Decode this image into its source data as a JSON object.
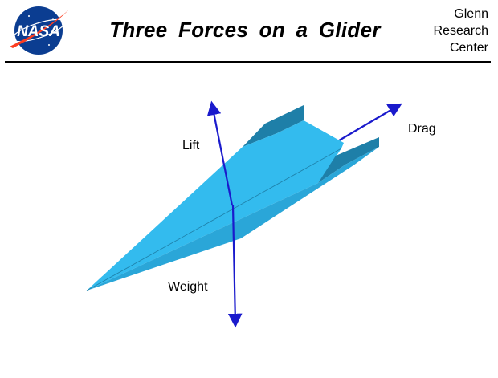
{
  "header": {
    "logo_text": "NASA",
    "title": "Three Forces on a Glider",
    "org_lines": [
      "Glenn",
      "Research",
      "Center"
    ]
  },
  "diagram": {
    "forces": {
      "lift": "Lift",
      "drag": "Drag",
      "weight": "Weight"
    }
  },
  "colors": {
    "glider_fill": "#33bbee",
    "glider_dark": "#1e7fa8",
    "glider_mid": "#2aa6d8",
    "arrow": "#1a1acc",
    "nasa_blue": "#0b3d91",
    "nasa_red": "#fc3d21"
  }
}
